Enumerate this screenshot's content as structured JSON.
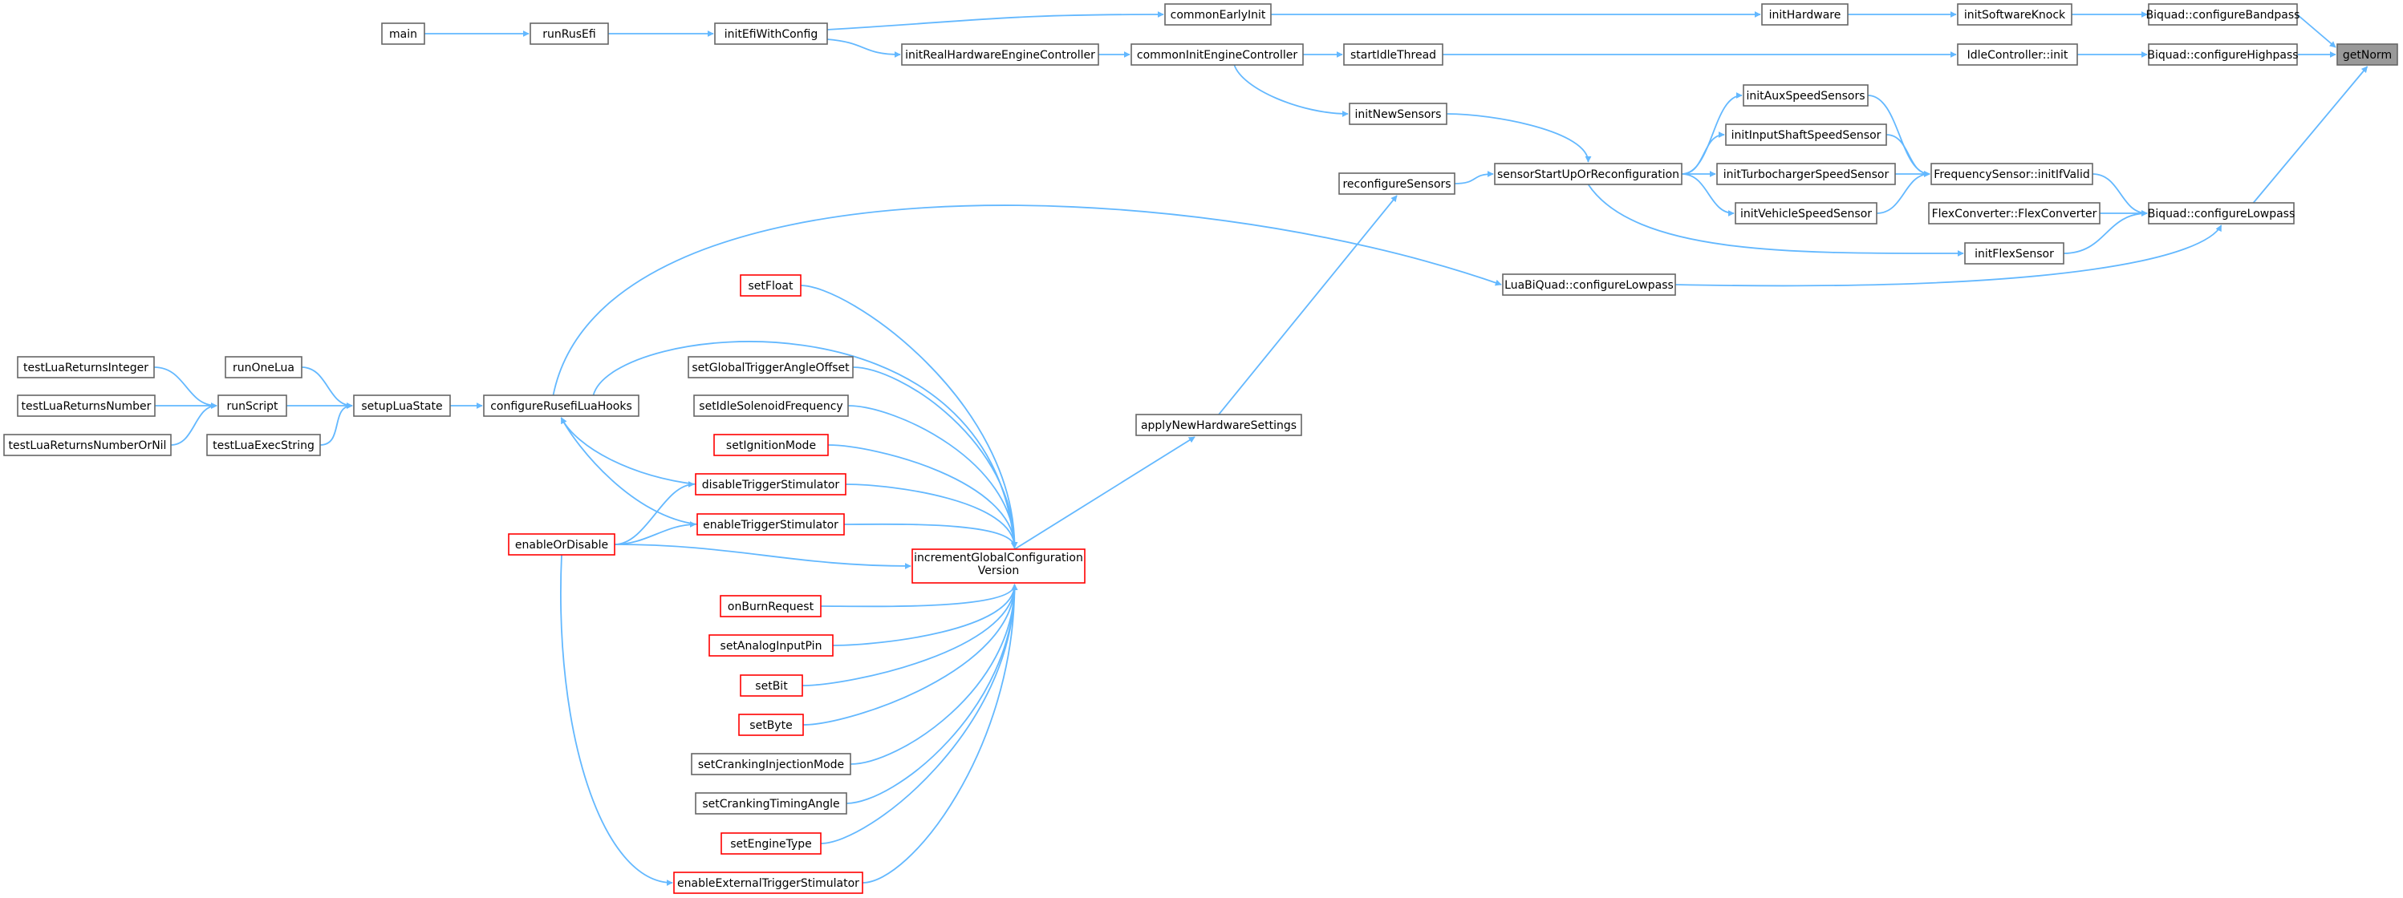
{
  "diagram": {
    "nodes": {
      "getNorm": "getNorm",
      "configureBandpass": "Biquad::configureBandpass",
      "configureHighpass": "Biquad::configureHighpass",
      "configureLowpass": "Biquad::configureLowpass",
      "initSoftwareKnock": "initSoftwareKnock",
      "initHardware": "initHardware",
      "commonEarlyInit": "commonEarlyInit",
      "initEfiWithConfig": "initEfiWithConfig",
      "runRusEfi": "runRusEfi",
      "main": "main",
      "idleInit": "IdleController::init",
      "startIdleThread": "startIdleThread",
      "commonInitEngineController": "commonInitEngineController",
      "initRealHardwareEngineController": "initRealHardwareEngineController",
      "freqInitIfValid": "FrequencySensor::initIfValid",
      "flexConverter": "FlexConverter::FlexConverter",
      "initFlexSensor": "initFlexSensor",
      "luaConfigureLowpass": "LuaBiQuad::configureLowpass",
      "initAuxSpeedSensors": "initAuxSpeedSensors",
      "initInputShaftSpeedSensor": "initInputShaftSpeedSensor",
      "initTurbochargerSpeedSensor": "initTurbochargerSpeedSensor",
      "initVehicleSpeedSensor": "initVehicleSpeedSensor",
      "sensorStartUp": "sensorStartUpOrReconfiguration",
      "initNewSensors": "initNewSensors",
      "reconfigureSensors": "reconfigureSensors",
      "applyNewHardwareSettings": "applyNewHardwareSettings",
      "incrementGlobalConfigurationVersion": [
        "incrementGlobalConfiguration",
        "Version"
      ],
      "configureRusefiLuaHooks": "configureRusefiLuaHooks",
      "setupLuaState": "setupLuaState",
      "runScript": "runScript",
      "runOneLua": "runOneLua",
      "testLuaExecString": "testLuaExecString",
      "testLuaReturnsInteger": "testLuaReturnsInteger",
      "testLuaReturnsNumber": "testLuaReturnsNumber",
      "testLuaReturnsNumberOrNil": "testLuaReturnsNumberOrNil",
      "setFloat": "setFloat",
      "setGlobalTriggerAngleOffset": "setGlobalTriggerAngleOffset",
      "setIdleSolenoidFrequency": "setIdleSolenoidFrequency",
      "setIgnitionMode": "setIgnitionMode",
      "disableTriggerStimulator": "disableTriggerStimulator",
      "enableTriggerStimulator": "enableTriggerStimulator",
      "enableOrDisable": "enableOrDisable",
      "onBurnRequest": "onBurnRequest",
      "setAnalogInputPin": "setAnalogInputPin",
      "setBit": "setBit",
      "setByte": "setByte",
      "setCrankingInjectionMode": "setCrankingInjectionMode",
      "setCrankingTimingAngle": "setCrankingTimingAngle",
      "setEngineType": "setEngineType",
      "enableExternalTriggerStimulator": "enableExternalTriggerStimulator"
    },
    "colors": {
      "edge": "#63b8ff",
      "node_border": "#666666",
      "truncated_border": "#ff0000",
      "current_fill": "#999999"
    }
  }
}
